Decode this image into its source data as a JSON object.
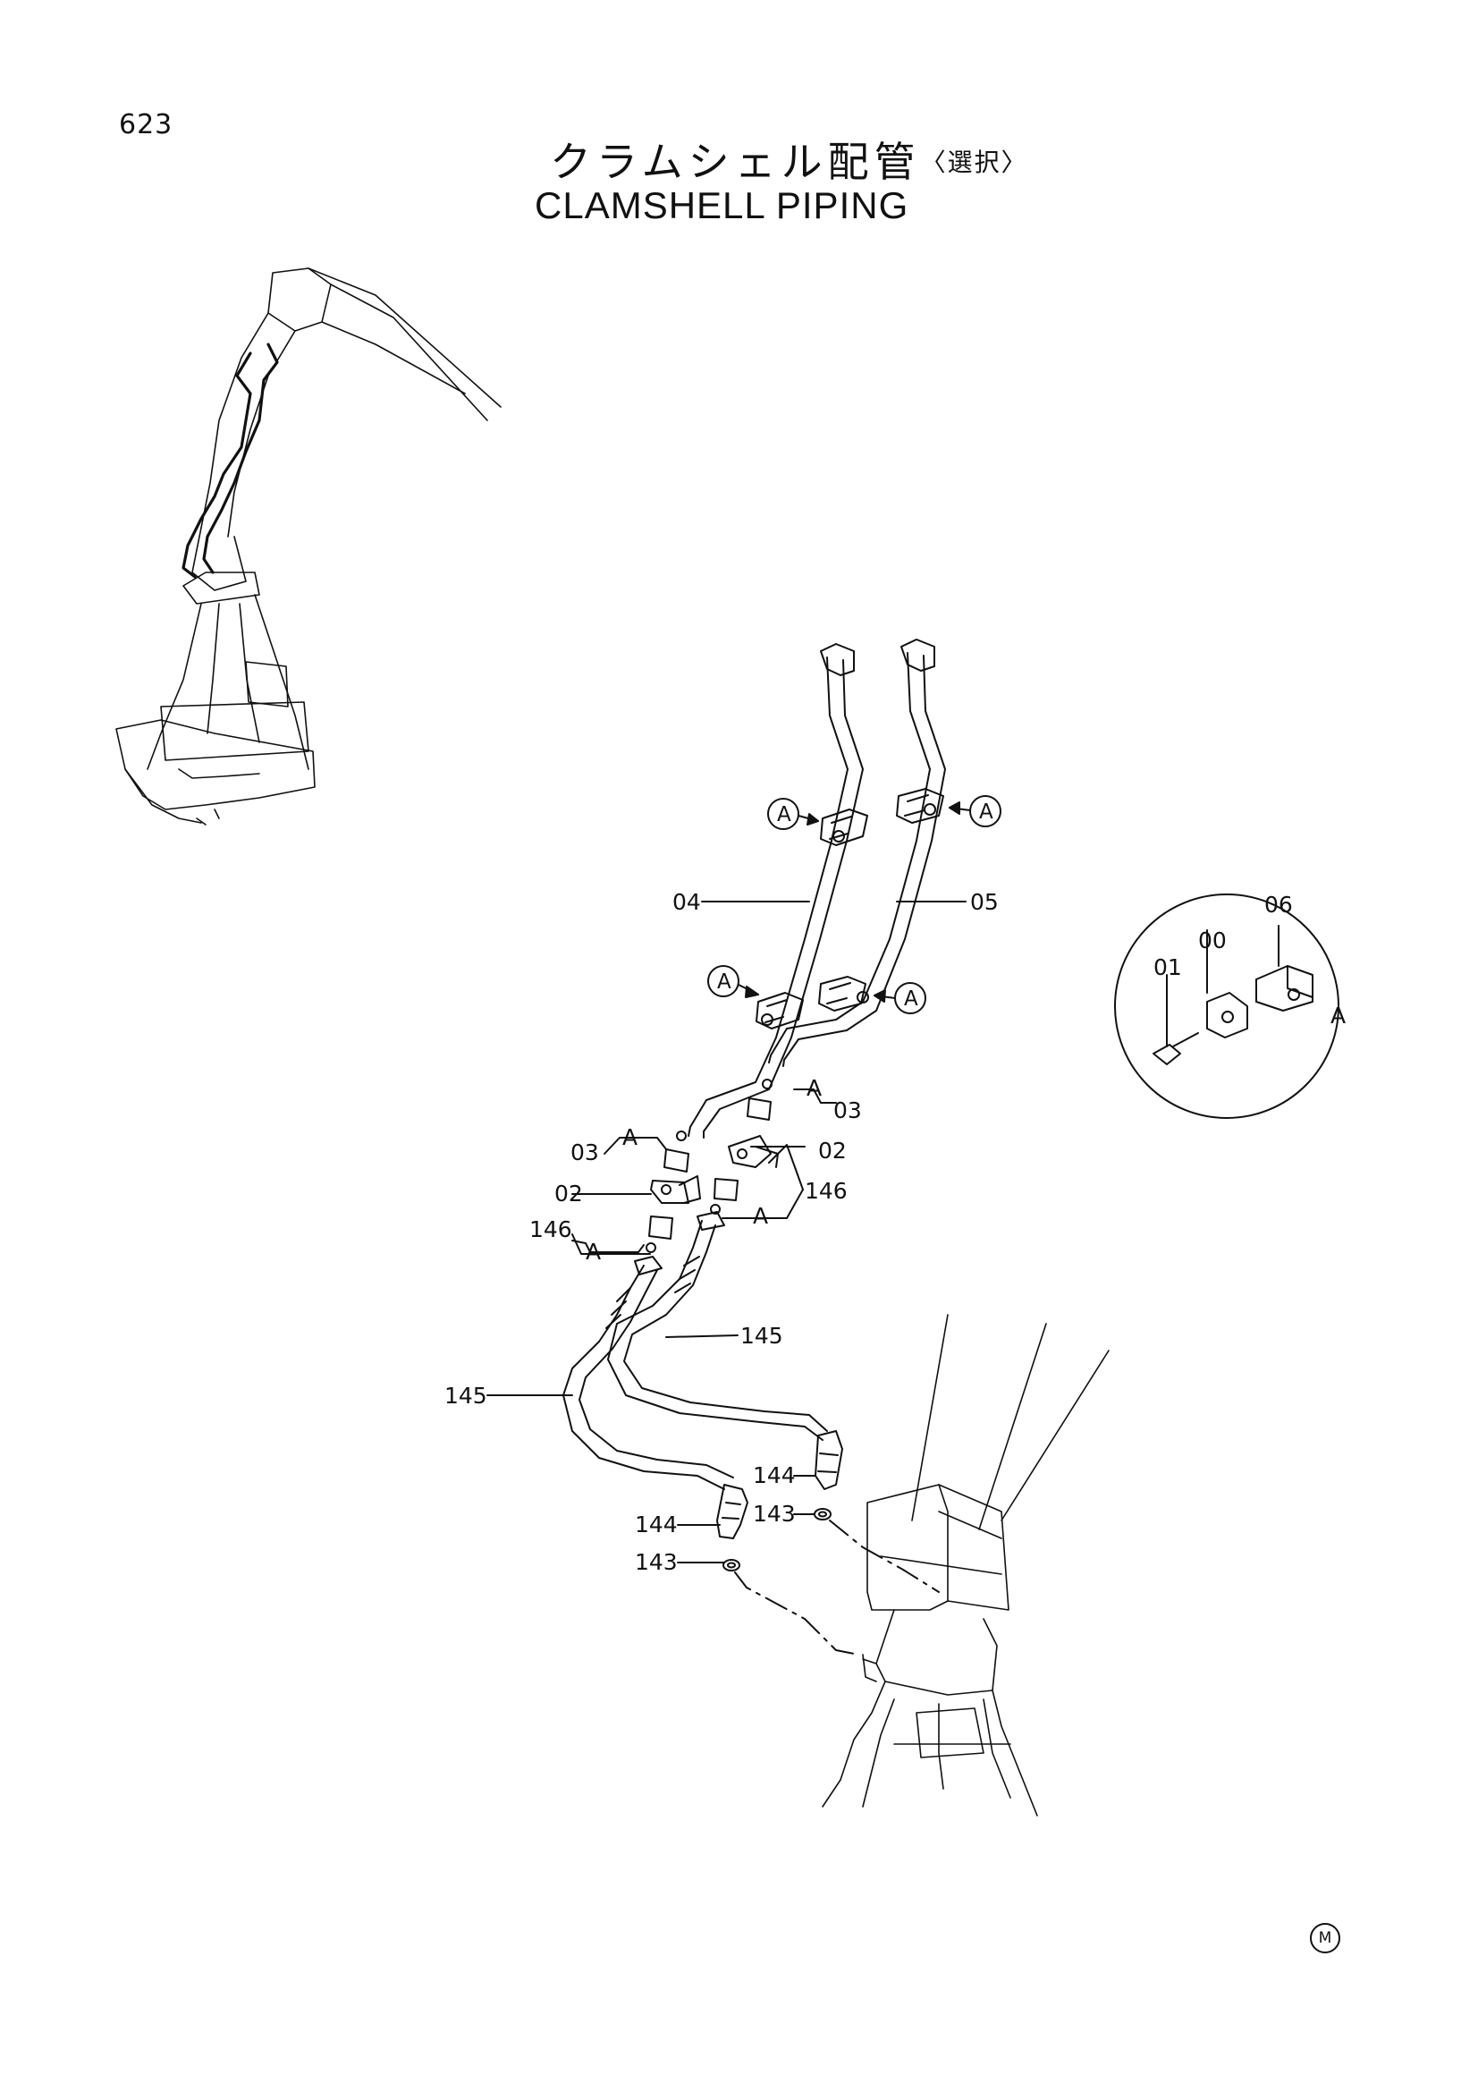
{
  "page": {
    "number": "623",
    "title_jp": "クラムシェル配管",
    "title_jp_note": "〈選択〉",
    "title_en": "CLAMSHELL PIPING",
    "corner_mark": "M"
  },
  "view": {
    "ref": "A",
    "detail_label": "A"
  },
  "labels": {
    "p04": "04",
    "p05": "05",
    "p00": "00",
    "p01": "01",
    "p06": "06",
    "p03_left": "03",
    "p03_right": "03",
    "p02_left": "02",
    "p02_right": "02",
    "p146_left": "146",
    "p146_right": "146",
    "p145_left": "145",
    "p145_right": "145",
    "p144_left": "144",
    "p144_right": "144",
    "p143_left": "143",
    "p143_right": "143"
  }
}
